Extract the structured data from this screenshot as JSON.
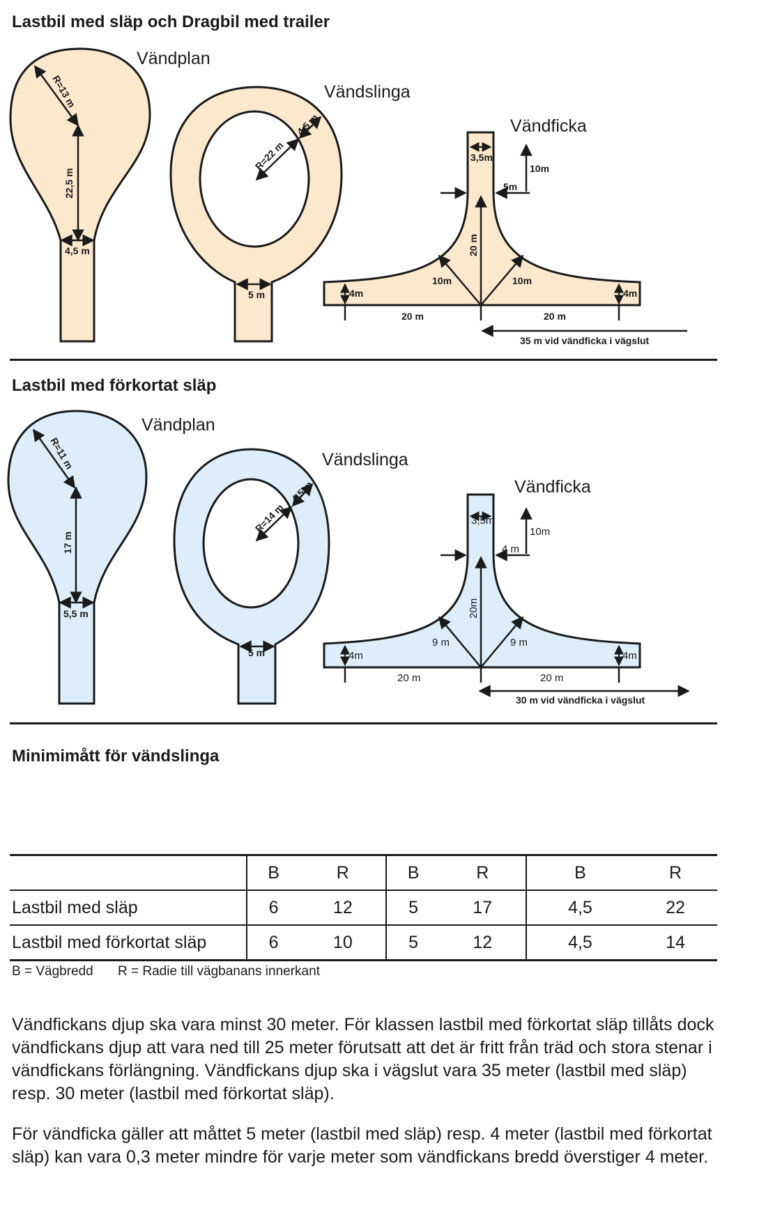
{
  "section1": {
    "title": "Lastbil med släp och Dragbil med trailer",
    "fill": "#fce8cc",
    "vandplan": {
      "label": "Vändplan",
      "radius": "R=13 m",
      "length": "22,5 m",
      "width": "4,5 m"
    },
    "vandslinga": {
      "label": "Vändslinga",
      "radius": "R=22 m",
      "ring_width": "4,5 m",
      "stem_width": "5 m"
    },
    "vandficka": {
      "label": "Vändficka",
      "pocket_width": "3,5m",
      "depth": "10m",
      "offset": "5m",
      "center": "20 m",
      "diag_left": "10m",
      "diag_right": "10m",
      "road_left": "4m",
      "road_right": "4m",
      "span_left": "20 m",
      "span_right": "20 m",
      "note": "35 m vid vändficka i vägslut"
    }
  },
  "section2": {
    "title": "Lastbil med förkortat släp",
    "fill": "#ddeefa",
    "vandplan": {
      "label": "Vändplan",
      "radius": "R=11 m",
      "length": "17 m",
      "width": "5,5 m"
    },
    "vandslinga": {
      "label": "Vändslinga",
      "radius": "R=14 m",
      "ring_width": "4,5 m",
      "stem_width": "5 m"
    },
    "vandficka": {
      "label": "Vändficka",
      "pocket_width": "3,5m",
      "depth": "10m",
      "offset": "4 m",
      "center": "20m",
      "diag_left": "9 m",
      "diag_right": "9 m",
      "road_left": "4m",
      "road_right": "4m",
      "span_left": "20 m",
      "span_right": "20 m",
      "note": "30 m vid vändficka i vägslut"
    }
  },
  "table": {
    "title": "Minimimått för vändslinga",
    "headers": [
      "",
      "B",
      "R",
      "B",
      "R",
      "B",
      "R"
    ],
    "rows": [
      [
        "Lastbil med släp",
        "6",
        "12",
        "5",
        "17",
        "4,5",
        "22"
      ],
      [
        "Lastbil med förkortat släp",
        "6",
        "10",
        "5",
        "12",
        "4,5",
        "14"
      ]
    ]
  },
  "legend": {
    "b": "B = Vägbredd",
    "r": "R = Radie till vägbanans innerkant"
  },
  "paragraphs": [
    "Vändfickans djup ska vara minst 30 meter. För klassen lastbil med förkortat släp tillåts dock vändfickans djup att vara ned till 25 meter förutsatt att det är fritt från träd och stora stenar i vändfickans förlängning. Vändfickans djup ska i vägslut vara 35 meter (lastbil med släp) resp. 30 meter (lastbil med förkortat släp).",
    "För vändficka gäller att måttet 5 meter (lastbil med släp) resp. 4 meter (lastbil med förkortat släp) kan vara 0,3 meter mindre för varje meter som vändfickans bredd överstiger 4 meter."
  ]
}
